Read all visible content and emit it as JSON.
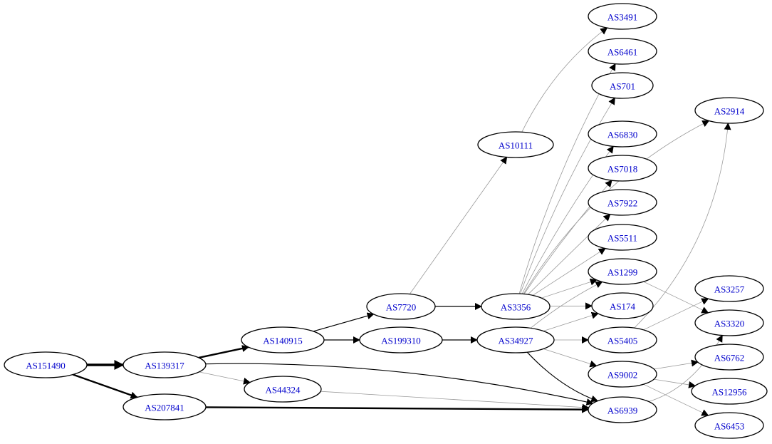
{
  "colors": {
    "node_label": "#0000cc",
    "node_border": "#000000",
    "edge_primary": "#000000",
    "edge_secondary": "#999999",
    "background": "#ffffff"
  },
  "nodes": [
    {
      "id": "AS151490",
      "label": "AS151490"
    },
    {
      "id": "AS139317",
      "label": "AS139317"
    },
    {
      "id": "AS207841",
      "label": "AS207841"
    },
    {
      "id": "AS140915",
      "label": "AS140915"
    },
    {
      "id": "AS44324",
      "label": "AS44324"
    },
    {
      "id": "AS7720",
      "label": "AS7720"
    },
    {
      "id": "AS199310",
      "label": "AS199310"
    },
    {
      "id": "AS10111",
      "label": "AS10111"
    },
    {
      "id": "AS3356",
      "label": "AS3356"
    },
    {
      "id": "AS34927",
      "label": "AS34927"
    },
    {
      "id": "AS3491",
      "label": "AS3491"
    },
    {
      "id": "AS6461",
      "label": "AS6461"
    },
    {
      "id": "AS701",
      "label": "AS701"
    },
    {
      "id": "AS6830",
      "label": "AS6830"
    },
    {
      "id": "AS7018",
      "label": "AS7018"
    },
    {
      "id": "AS7922",
      "label": "AS7922"
    },
    {
      "id": "AS5511",
      "label": "AS5511"
    },
    {
      "id": "AS1299",
      "label": "AS1299"
    },
    {
      "id": "AS174",
      "label": "AS174"
    },
    {
      "id": "AS5405",
      "label": "AS5405"
    },
    {
      "id": "AS9002",
      "label": "AS9002"
    },
    {
      "id": "AS6939",
      "label": "AS6939"
    },
    {
      "id": "AS2914",
      "label": "AS2914"
    },
    {
      "id": "AS3257",
      "label": "AS3257"
    },
    {
      "id": "AS3320",
      "label": "AS3320"
    },
    {
      "id": "AS6762",
      "label": "AS6762"
    },
    {
      "id": "AS12956",
      "label": "AS12956"
    },
    {
      "id": "AS6453",
      "label": "AS6453"
    }
  ],
  "edges": [
    {
      "from": "AS151490",
      "to": "AS139317",
      "style": "heavy"
    },
    {
      "from": "AS151490",
      "to": "AS207841",
      "style": "bold"
    },
    {
      "from": "AS139317",
      "to": "AS140915",
      "style": "bold"
    },
    {
      "from": "AS139317",
      "to": "AS44324",
      "style": "light"
    },
    {
      "from": "AS139317",
      "to": "AS6939",
      "style": "normal"
    },
    {
      "from": "AS207841",
      "to": "AS6939",
      "style": "bold"
    },
    {
      "from": "AS140915",
      "to": "AS7720",
      "style": "normal"
    },
    {
      "from": "AS140915",
      "to": "AS199310",
      "style": "normal"
    },
    {
      "from": "AS44324",
      "to": "AS6939",
      "style": "light"
    },
    {
      "from": "AS7720",
      "to": "AS10111",
      "style": "light"
    },
    {
      "from": "AS7720",
      "to": "AS3356",
      "style": "normal"
    },
    {
      "from": "AS199310",
      "to": "AS34927",
      "style": "normal"
    },
    {
      "from": "AS10111",
      "to": "AS3491",
      "style": "light"
    },
    {
      "from": "AS3356",
      "to": "AS6461",
      "style": "light"
    },
    {
      "from": "AS3356",
      "to": "AS701",
      "style": "light"
    },
    {
      "from": "AS3356",
      "to": "AS2914",
      "style": "light"
    },
    {
      "from": "AS3356",
      "to": "AS6830",
      "style": "light"
    },
    {
      "from": "AS3356",
      "to": "AS7018",
      "style": "light"
    },
    {
      "from": "AS3356",
      "to": "AS7922",
      "style": "light"
    },
    {
      "from": "AS3356",
      "to": "AS5511",
      "style": "light"
    },
    {
      "from": "AS3356",
      "to": "AS1299",
      "style": "light"
    },
    {
      "from": "AS3356",
      "to": "AS174",
      "style": "light"
    },
    {
      "from": "AS34927",
      "to": "AS1299",
      "style": "light"
    },
    {
      "from": "AS34927",
      "to": "AS174",
      "style": "light"
    },
    {
      "from": "AS34927",
      "to": "AS5405",
      "style": "light"
    },
    {
      "from": "AS34927",
      "to": "AS9002",
      "style": "light"
    },
    {
      "from": "AS34927",
      "to": "AS6939",
      "style": "normal"
    },
    {
      "from": "AS1299",
      "to": "AS3320",
      "style": "light"
    },
    {
      "from": "AS5405",
      "to": "AS2914",
      "style": "light"
    },
    {
      "from": "AS5405",
      "to": "AS3257",
      "style": "light"
    },
    {
      "from": "AS9002",
      "to": "AS6762",
      "style": "light"
    },
    {
      "from": "AS9002",
      "to": "AS12956",
      "style": "light"
    },
    {
      "from": "AS9002",
      "to": "AS6453",
      "style": "light"
    },
    {
      "from": "AS6939",
      "to": "AS3320",
      "style": "light"
    }
  ]
}
